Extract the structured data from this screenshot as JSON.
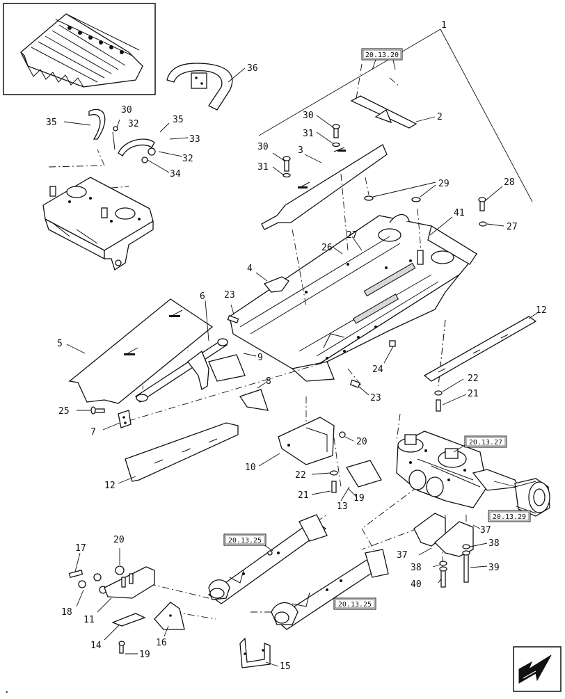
{
  "labels": {
    "l1": "1",
    "l2": "2",
    "l3": "3",
    "l4": "4",
    "l5": "5",
    "l6": "6",
    "l7": "7",
    "l8": "8",
    "l9": "9",
    "l10": "10",
    "l11": "11",
    "l12a": "12",
    "l12b": "12",
    "l13": "13",
    "l14": "14",
    "l15": "15",
    "l16": "16",
    "l17": "17",
    "l18": "18",
    "l19a": "19",
    "l19b": "19",
    "l20a": "20",
    "l20b": "20",
    "l21a": "21",
    "l21b": "21",
    "l22a": "22",
    "l22b": "22",
    "l23a": "23",
    "l23b": "23",
    "l24": "24",
    "l25": "25",
    "l26": "26",
    "l27a": "27",
    "l27b": "27",
    "l28": "28",
    "l29": "29",
    "l30a": "30",
    "l30b": "30",
    "l30c": "30",
    "l31a": "31",
    "l31b": "31",
    "l32a": "32",
    "l32b": "32",
    "l33": "33",
    "l34": "34",
    "l35a": "35",
    "l35b": "35",
    "l36": "36",
    "l37a": "37",
    "l37b": "37",
    "l38a": "38",
    "l38b": "38",
    "l39": "39",
    "l40": "40",
    "l41": "41"
  },
  "refs": {
    "r_20_13_20": "20.13.20",
    "r_20_13_27": "20.13.27",
    "r_20_13_29": "20.13.29",
    "r_20_13_25a": "20.13.25",
    "r_20_13_25b": "20.13.25"
  },
  "corner_mark": "."
}
